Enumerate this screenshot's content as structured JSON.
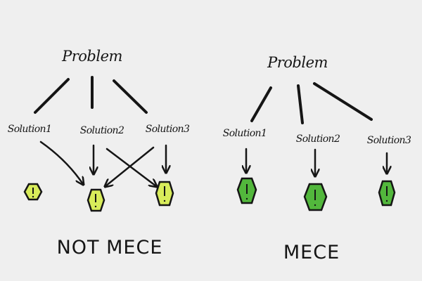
{
  "left": {
    "problem": "Problem",
    "solutions": [
      "Solution1",
      "Solution2",
      "Solution3"
    ],
    "caption": "NOT MECE",
    "node_color": "#d8ec5a"
  },
  "right": {
    "problem": "Problem",
    "solutions": [
      "Solution1",
      "Solution2",
      "Solution3"
    ],
    "caption": "MECE",
    "node_color": "#52b73c"
  },
  "colors": {
    "background": "#efefef",
    "ink": "#151515"
  }
}
